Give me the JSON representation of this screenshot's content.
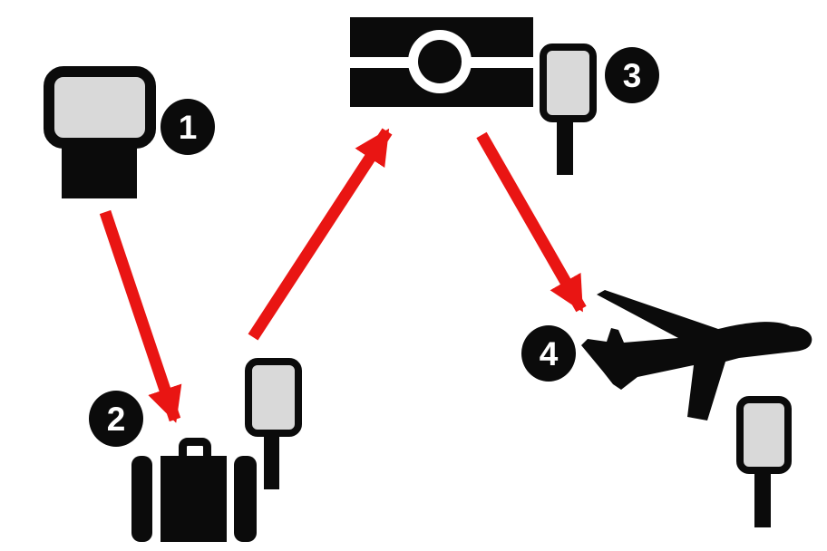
{
  "diagram": {
    "colors": {
      "background": "#ffffff",
      "icon_black": "#0b0b0b",
      "arrow_red": "#e91513",
      "tag_fill": "#d9d9d9",
      "badge_text": "#ffffff"
    },
    "steps": [
      {
        "number": "1",
        "icon": "tag-printer-icon"
      },
      {
        "number": "2",
        "icon": "suitcase-icon"
      },
      {
        "number": "3",
        "icon": "belt-scanner-icon"
      },
      {
        "number": "4",
        "icon": "airplane-icon"
      }
    ],
    "connections": [
      {
        "from": "1",
        "to": "2"
      },
      {
        "from": "2",
        "to": "3"
      },
      {
        "from": "3",
        "to": "4"
      }
    ]
  }
}
